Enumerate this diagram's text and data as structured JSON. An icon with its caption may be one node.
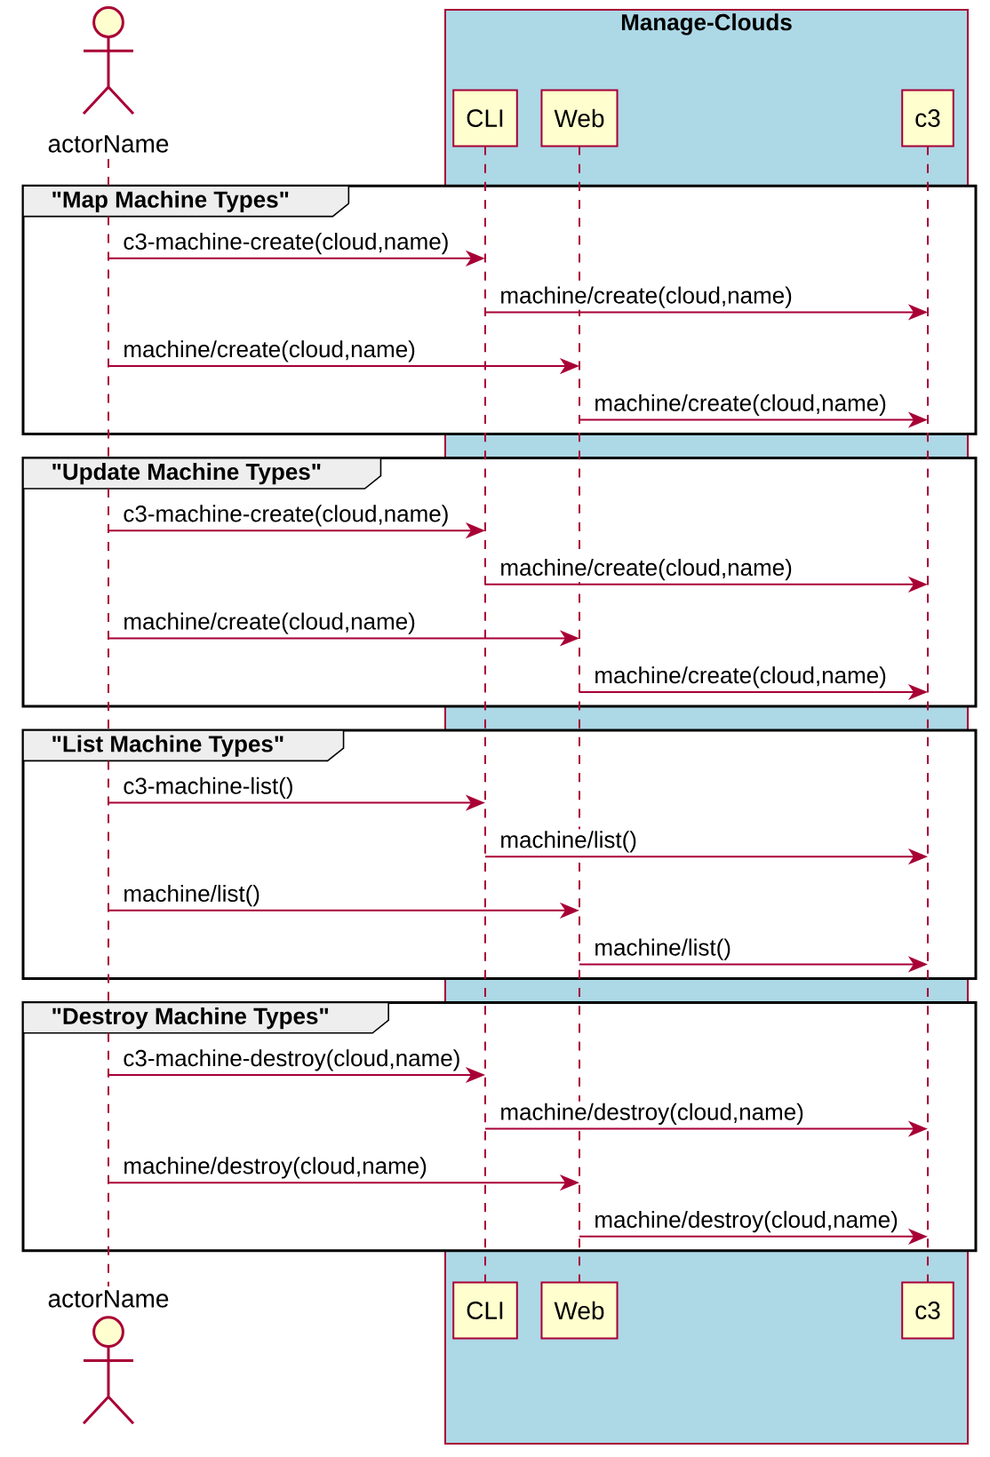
{
  "diagram": {
    "nodes": [
      {
        "text": [
          "Manage-Clouds"
        ]
      },
      {
        "text": [
          "actorName"
        ]
      },
      {
        "text": [
          "CLI"
        ],
        "in": 0
      },
      {
        "text": [
          "Web"
        ],
        "in": 0
      },
      {
        "text": [
          "c3"
        ],
        "in": 0
      },
      {
        "text": [],
        "shape": "line"
      },
      {
        "text": [],
        "shape": "line",
        "in": 0
      },
      {
        "text": [],
        "shape": "line",
        "in": 0
      },
      {
        "text": [],
        "shape": "line",
        "in": 0
      },
      {
        "text": [
          "\"Map Machine Types\""
        ]
      },
      {
        "text": [
          "\"Update Machine Types\""
        ]
      },
      {
        "text": [
          "\"List Machine Types\""
        ]
      },
      {
        "text": [
          "\"Destroy Machine Types\""
        ]
      },
      {
        "text": [
          "actorName"
        ]
      },
      {
        "text": [
          "CLI"
        ],
        "in": 0
      },
      {
        "text": [
          "Web"
        ],
        "in": 0
      },
      {
        "text": [
          "c3"
        ],
        "in": 0
      }
    ],
    "edges": [
      {
        "from": 5,
        "to": 6,
        "arrow": "to",
        "label": "c3-machine-create(cloud,name)"
      },
      {
        "from": 6,
        "to": 8,
        "arrow": "to",
        "label": "machine/create(cloud,name)"
      },
      {
        "from": 5,
        "to": 7,
        "arrow": "to",
        "label": "machine/create(cloud,name)"
      },
      {
        "from": 7,
        "to": 8,
        "arrow": "to",
        "label": "machine/create(cloud,name)"
      },
      {
        "from": 5,
        "to": 6,
        "arrow": "to",
        "label": "c3-machine-create(cloud,name)"
      },
      {
        "from": 6,
        "to": 8,
        "arrow": "to",
        "label": "machine/create(cloud,name)"
      },
      {
        "from": 5,
        "to": 7,
        "arrow": "to",
        "label": "machine/create(cloud,name)"
      },
      {
        "from": 7,
        "to": 8,
        "arrow": "to",
        "label": "machine/create(cloud,name)"
      },
      {
        "from": 5,
        "to": 6,
        "arrow": "to",
        "label": "c3-machine-list()"
      },
      {
        "from": 6,
        "to": 8,
        "arrow": "to",
        "label": "machine/list()"
      },
      {
        "from": 5,
        "to": 7,
        "arrow": "to",
        "label": "machine/list()"
      },
      {
        "from": 7,
        "to": 8,
        "arrow": "to",
        "label": "machine/list()"
      },
      {
        "from": 5,
        "to": 6,
        "arrow": "to",
        "label": "c3-machine-destroy(cloud,name)"
      },
      {
        "from": 6,
        "to": 8,
        "arrow": "to",
        "label": "machine/destroy(cloud,name)"
      },
      {
        "from": 5,
        "to": 7,
        "arrow": "to",
        "label": "machine/destroy(cloud,name)"
      },
      {
        "from": 7,
        "to": 8,
        "arrow": "to",
        "label": "machine/destroy(cloud,name)"
      }
    ]
  }
}
